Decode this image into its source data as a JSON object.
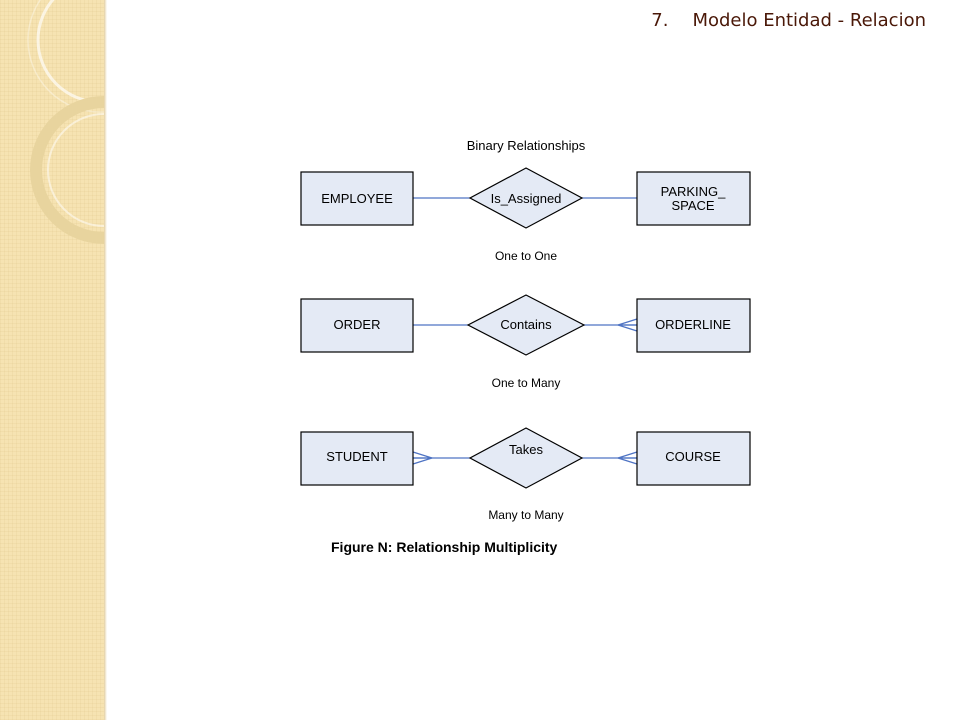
{
  "title": {
    "number": "7.",
    "text": "Modelo Entidad - Relacion"
  },
  "diagram": {
    "heading": "Binary Relationships",
    "rows": [
      {
        "left": "EMPLOYEE",
        "relation": "Is_Assigned",
        "right_lines": [
          "PARKING_",
          "SPACE"
        ],
        "caption": "One to One",
        "left_end": "one",
        "right_end": "one"
      },
      {
        "left": "ORDER",
        "relation": "Contains",
        "right_lines": [
          "ORDERLINE"
        ],
        "caption": "One to Many",
        "left_end": "one",
        "right_end": "many"
      },
      {
        "left": "STUDENT",
        "relation": "Takes",
        "right_lines": [
          "COURSE"
        ],
        "caption": "Many to Many",
        "left_end": "many",
        "right_end": "many"
      }
    ],
    "figure_caption": "Figure N: Relationship Multiplicity"
  },
  "colors": {
    "title": "#4a1808",
    "strip": "#f6e3b2",
    "entity_fill": "#e4eaf5",
    "connector": "#4f74c4"
  }
}
